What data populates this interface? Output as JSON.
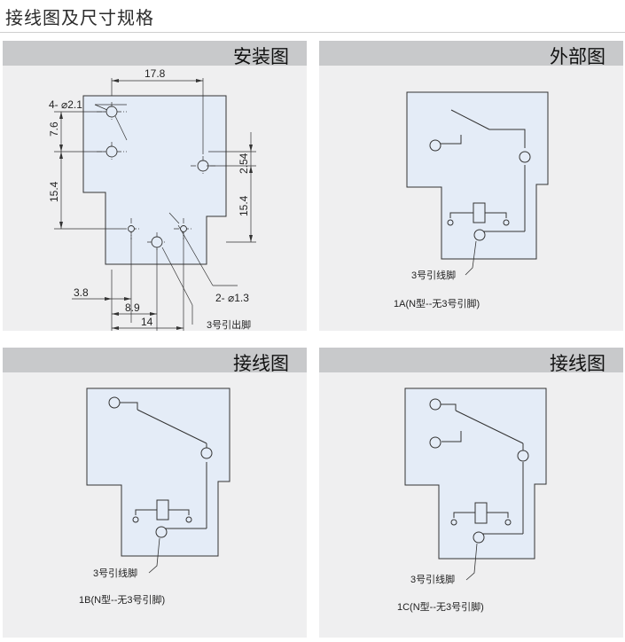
{
  "page": {
    "title": "接线图及尺寸规格"
  },
  "panels": {
    "install": {
      "title": "安装图",
      "dims": {
        "hole4": "4- ⌀2.1",
        "w178": "17.8",
        "v76": "7.6",
        "v254": "2.54",
        "v154a": "15.4",
        "v154b": "15.4",
        "hole2": "2- ⌀1.3",
        "h38": "3.8",
        "h89": "8.9",
        "h14": "14"
      },
      "pin3_label": "3号引出脚"
    },
    "external": {
      "title": "外部图",
      "pin3_label": "3号引线脚",
      "caption": "1A(N型--无3号引脚)"
    },
    "wiring_b": {
      "title": "接线图",
      "pin3_label": "3号引线脚",
      "caption": "1B(N型--无3号引脚)"
    },
    "wiring_c": {
      "title": "接线图",
      "pin3_label": "3号引线脚",
      "caption": "1C(N型--无3号引脚)"
    }
  },
  "colors": {
    "panel_bg": "#efeff0",
    "header_bg": "#c8c9cb",
    "body_fill": "#e4ecf7",
    "line": "#333333"
  }
}
